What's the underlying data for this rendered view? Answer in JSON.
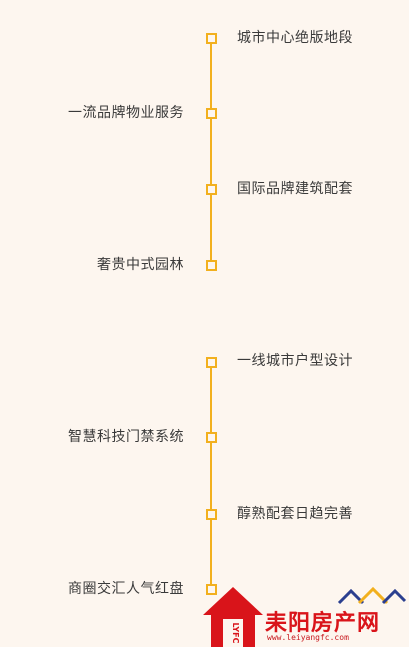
{
  "timeline": {
    "colors": {
      "line": "#f2b01e",
      "text": "#3a3a3a",
      "background": "#fdf6ef"
    },
    "group1": [
      {
        "side": "right",
        "label": "城市中心绝版地段"
      },
      {
        "side": "left",
        "label": "一流品牌物业服务"
      },
      {
        "side": "right",
        "label": "国际品牌建筑配套"
      },
      {
        "side": "left",
        "label": "奢贵中式园林"
      }
    ],
    "group2": [
      {
        "side": "right",
        "label": "一线城市户型设计"
      },
      {
        "side": "left",
        "label": "智慧科技门禁系统"
      },
      {
        "side": "right",
        "label": "醇熟配套日趋完善"
      },
      {
        "side": "left",
        "label": "商圈交汇人气红盘"
      }
    ]
  },
  "watermark": {
    "brand": "耒阳房产网",
    "url": "www.leiyangfc.com",
    "badge": "LYFC",
    "color": "#d9141a"
  }
}
